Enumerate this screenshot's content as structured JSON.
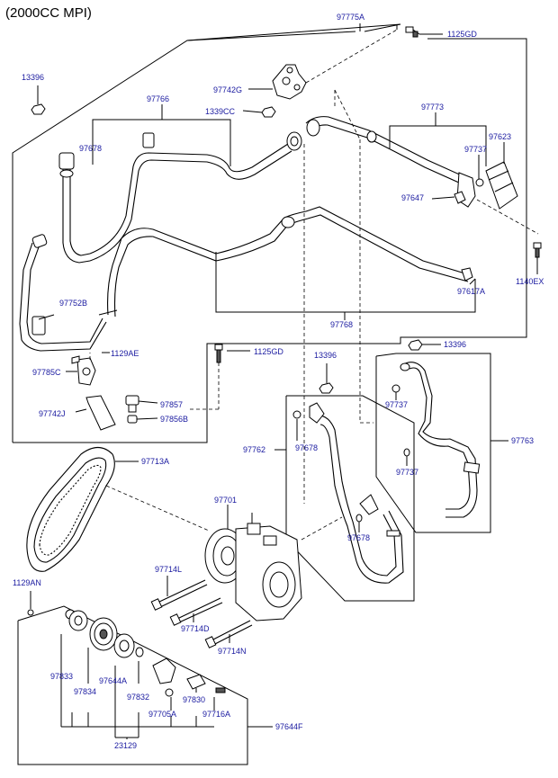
{
  "title": "(2000CC MPI)",
  "labels": {
    "p97775A": "97775A",
    "p1125GD_top": "1125GD",
    "p13396_top": "13396",
    "p97766": "97766",
    "p97742G": "97742G",
    "p1339CC": "1339CC",
    "p97773": "97773",
    "p97678_top": "97678",
    "p97623": "97623",
    "p97737_top": "97737",
    "p97647": "97647",
    "p1140EX": "1140EX",
    "p97752B": "97752B",
    "p97617A": "97617A",
    "p97768": "97768",
    "p1129AE": "1129AE",
    "p97785C": "97785C",
    "p1125GD_mid": "1125GD",
    "p13396_mid": "13396",
    "p13396_right": "13396",
    "p97857": "97857",
    "p97742J": "97742J",
    "p97856B": "97856B",
    "p97737_mid": "97737",
    "p97762": "97762",
    "p97678_mid": "97678",
    "p97763": "97763",
    "p97737_low": "97737",
    "p97713A": "97713A",
    "p97701": "97701",
    "p97678_low": "97678",
    "p97714L": "97714L",
    "p1129AN": "1129AN",
    "p97714D": "97714D",
    "p97714N": "97714N",
    "p97833": "97833",
    "p97644A": "97644A",
    "p97834": "97834",
    "p97832": "97832",
    "p97830": "97830",
    "p97705A": "97705A",
    "p97716A": "97716A",
    "p97644F": "97644F",
    "p23129": "23129"
  }
}
